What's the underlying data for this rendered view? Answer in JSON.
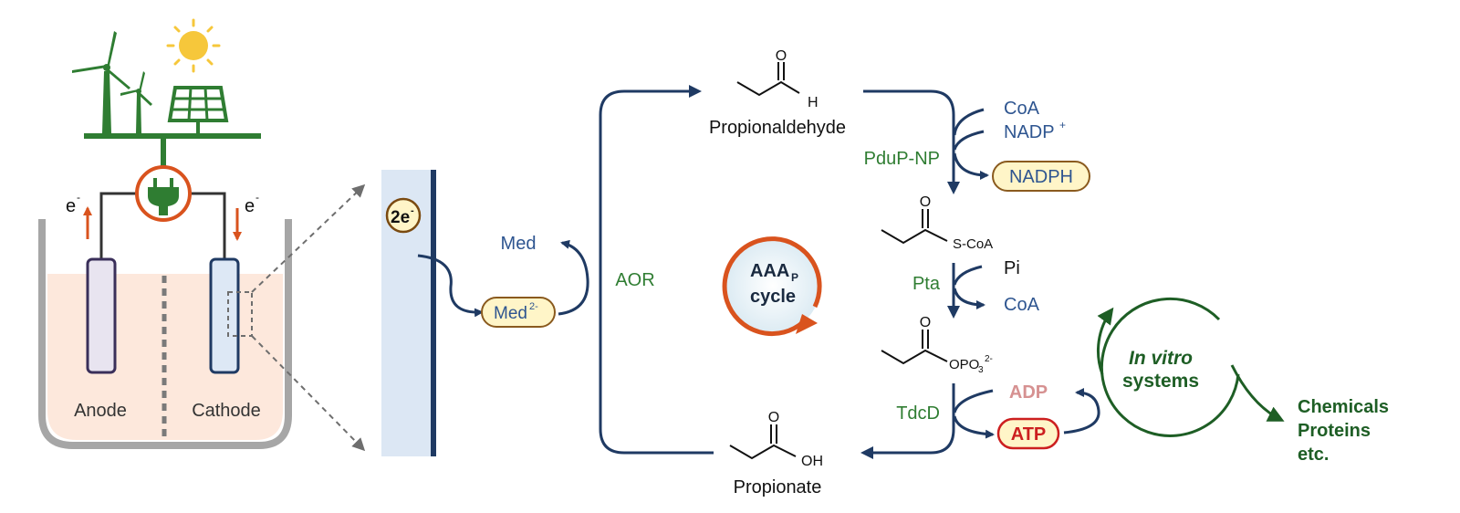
{
  "colors": {
    "navy": "#1f3a63",
    "enzyme_green": "#2f7d32",
    "dark_green": "#1e5e25",
    "orange": "#d9531e",
    "cofactor_fill": "#fff5c8",
    "electrolyte": "#fde8dc",
    "cathode_fill": "#dde8f5",
    "anode_fill": "#e8e4f0",
    "electrode_face": "#dce7f4",
    "adp_pink": "#d69191",
    "atp_red": "#cc1f1f"
  },
  "icons": [
    "sun-icon",
    "wind-turbine-icon",
    "solar-panel-icon",
    "plug-icon"
  ],
  "cell": {
    "electron_left": "e",
    "electron_right": "e",
    "electron_superscript": "-",
    "anode_label": "Anode",
    "cathode_label": "Cathode"
  },
  "electrode": {
    "electrons_main": "2e",
    "electrons_sup": "-"
  },
  "mediator": {
    "med_label": "Med",
    "med_reduced_main": "Med",
    "med_reduced_sup": "2-"
  },
  "enzymes": {
    "aor": "AOR",
    "pdup": "PduP-NP",
    "pta": "Pta",
    "tdcd": "TdcD"
  },
  "molecules": {
    "propionaldehyde": "Propionaldehyde",
    "aldehyde_o": "O",
    "aldehyde_h": "H",
    "propionyl_o": "O",
    "s_coa": "S-CoA",
    "phosphate_o": "O",
    "opo3_main": "OPO",
    "opo3_sub": "3",
    "opo3_sup": "2-",
    "propionate": "Propionate",
    "propionate_o": "O",
    "propionate_oh": "OH"
  },
  "cofactors": {
    "coa_in": "CoA",
    "nadp_main": "NADP",
    "nadp_sup": "+",
    "nadph": "NADPH",
    "pi": "Pi",
    "coa_out": "CoA",
    "adp": "ADP",
    "atp": "ATP"
  },
  "cycle": {
    "line1_main": "AAA",
    "line1_sub": "P",
    "line2": "cycle"
  },
  "invitro": {
    "line1": "In vitro",
    "line2": "systems"
  },
  "outputs": {
    "line1": "Chemicals",
    "line2": "Proteins",
    "line3": "etc."
  }
}
